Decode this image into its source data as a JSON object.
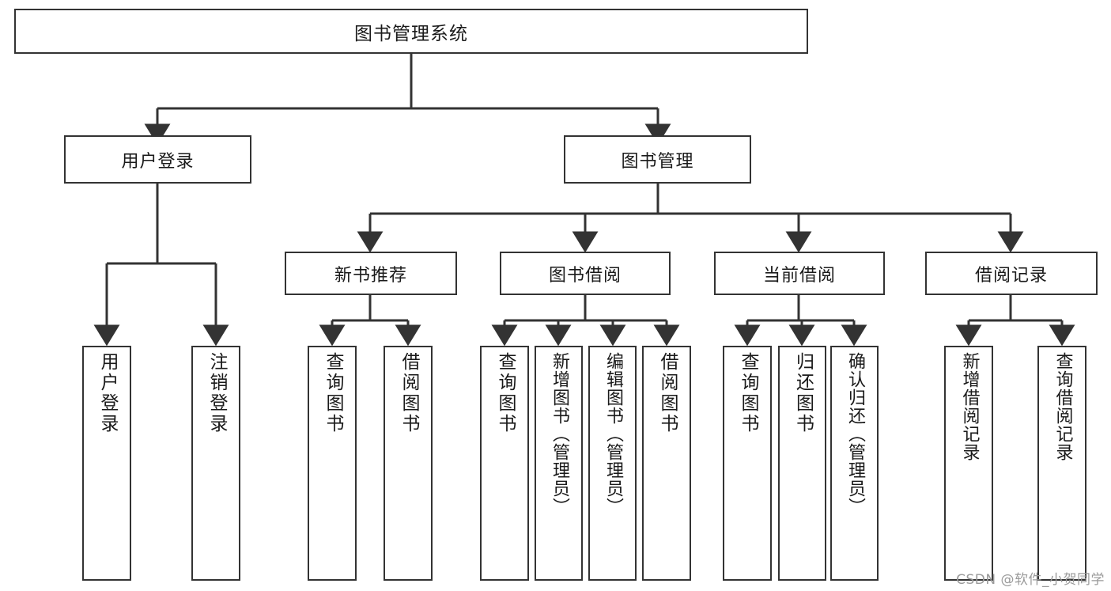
{
  "diagram": {
    "title": "图书管理系统",
    "type": "tree",
    "watermark": "CSDN @软件_小贺同学",
    "colors": {
      "stroke": "#333333",
      "fill": "#ffffff",
      "text": "#1a1a1a",
      "watermark": "#9a9a9a"
    },
    "nodes": {
      "root": {
        "label": "图书管理系统"
      },
      "level2": [
        {
          "id": "user_login",
          "label": "用户登录"
        },
        {
          "id": "book_manage",
          "label": "图书管理"
        }
      ],
      "level3": [
        {
          "id": "new_book_rec",
          "label": "新书推荐"
        },
        {
          "id": "book_borrow",
          "label": "图书借阅"
        },
        {
          "id": "current_borrow",
          "label": "当前借阅"
        },
        {
          "id": "borrow_record",
          "label": "借阅记录"
        }
      ],
      "leaves": {
        "user_login": [
          {
            "id": "leaf_user_login",
            "label": "用户登录"
          },
          {
            "id": "leaf_logout",
            "label": "注销登录"
          }
        ],
        "new_book_rec": [
          {
            "id": "leaf_query_book_1",
            "label": "查询图书"
          },
          {
            "id": "leaf_borrow_book_1",
            "label": "借阅图书"
          }
        ],
        "book_borrow": [
          {
            "id": "leaf_query_book_2",
            "label": "查询图书"
          },
          {
            "id": "leaf_add_book",
            "label": "新增图书（管理员）"
          },
          {
            "id": "leaf_edit_book",
            "label": "编辑图书（管理员）"
          },
          {
            "id": "leaf_borrow_book_2",
            "label": "借阅图书"
          }
        ],
        "current_borrow": [
          {
            "id": "leaf_query_book_3",
            "label": "查询图书"
          },
          {
            "id": "leaf_return_book",
            "label": "归还图书"
          },
          {
            "id": "leaf_confirm_return",
            "label": "确认归还（管理员）"
          }
        ],
        "borrow_record": [
          {
            "id": "leaf_add_record",
            "label": "新增借阅记录"
          },
          {
            "id": "leaf_query_record",
            "label": "查询借阅记录"
          }
        ]
      }
    }
  }
}
